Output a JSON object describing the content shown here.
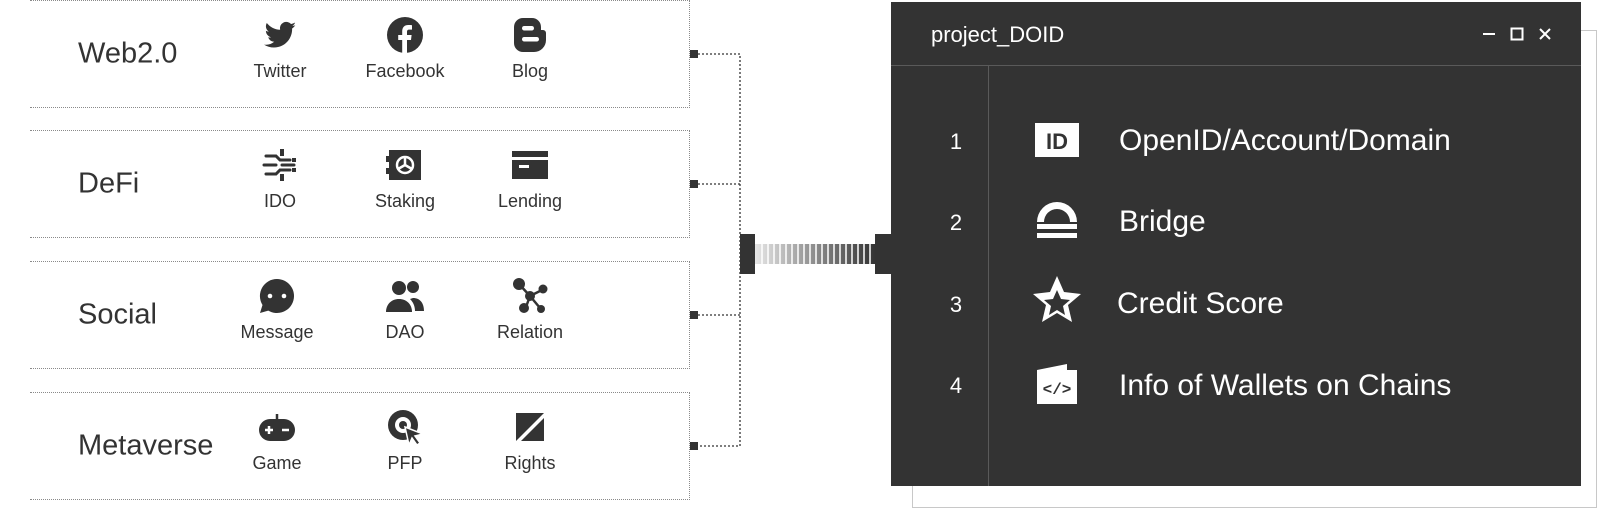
{
  "groups": [
    {
      "title": "Web2.0",
      "items": [
        {
          "label": "Twitter",
          "icon": "twitter-icon"
        },
        {
          "label": "Facebook",
          "icon": "facebook-icon"
        },
        {
          "label": "Blog",
          "icon": "blogger-icon"
        }
      ]
    },
    {
      "title": "DeFi",
      "items": [
        {
          "label": "IDO",
          "icon": "ido-icon"
        },
        {
          "label": "Staking",
          "icon": "staking-icon"
        },
        {
          "label": "Lending",
          "icon": "lending-icon"
        }
      ]
    },
    {
      "title": "Social",
      "items": [
        {
          "label": "Message",
          "icon": "message-icon"
        },
        {
          "label": "DAO",
          "icon": "dao-icon"
        },
        {
          "label": "Relation",
          "icon": "relation-icon"
        }
      ]
    },
    {
      "title": "Metaverse",
      "items": [
        {
          "label": "Game",
          "icon": "gamepad-icon"
        },
        {
          "label": "PFP",
          "icon": "pfp-icon"
        },
        {
          "label": "Rights",
          "icon": "rights-icon"
        }
      ]
    }
  ],
  "window": {
    "title": "project_DOID",
    "controls": [
      "minimize-icon",
      "maximize-icon",
      "close-icon"
    ],
    "rows": [
      {
        "num": "1",
        "label": "OpenID/Account/Domain",
        "icon": "id-card-icon"
      },
      {
        "num": "2",
        "label": "Bridge",
        "icon": "bridge-icon"
      },
      {
        "num": "3",
        "label": "Credit Score",
        "icon": "star-icon"
      },
      {
        "num": "4",
        "label": "Info of Wallets on Chains",
        "icon": "code-file-icon"
      }
    ]
  },
  "colors": {
    "panel_bg": "#333333",
    "text": "#333333",
    "dotted_line": "#8a8a8a"
  }
}
